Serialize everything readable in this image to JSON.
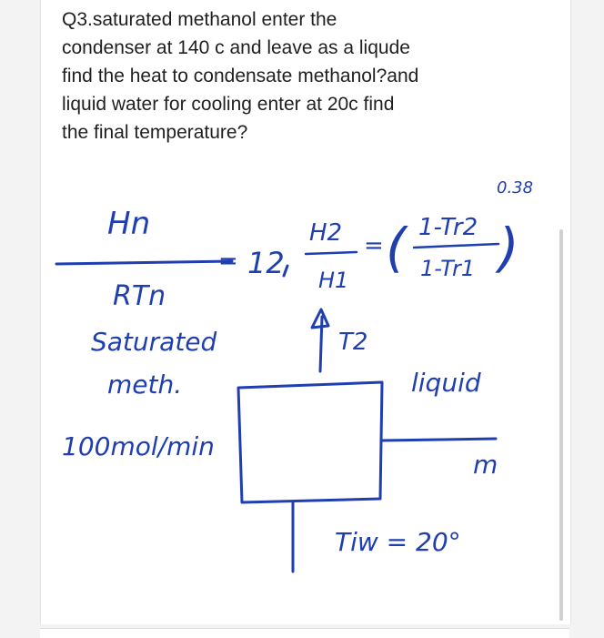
{
  "question": {
    "lines": [
      "Q3.saturated methanol enter the",
      "condenser at 140 c and leave as a liqude",
      "find the heat to condensate methanol?and",
      "liquid water for cooling enter at 20c find",
      "the final temperature?"
    ]
  },
  "sketch": {
    "exponent": "0.38",
    "hn": "Hn",
    "rtn": "RTn",
    "eq_rhs": "12",
    "h2": "H2",
    "h1": "H1",
    "ratio_open": "(",
    "ratio_top": "1-Tr2",
    "ratio_bottom": "1-Tr1",
    "ratio_close": ")",
    "equals": "=",
    "t2": "T2",
    "saturated": "Saturated",
    "meth": "meth.",
    "flow": "100mol/min",
    "liquid": "liquid",
    "m": "m",
    "tw": "Tiw = 20°"
  },
  "colors": {
    "ink": "#1f3fb0",
    "text": "#1f1f1f",
    "background": "#f3f3f3",
    "card": "#ffffff"
  }
}
